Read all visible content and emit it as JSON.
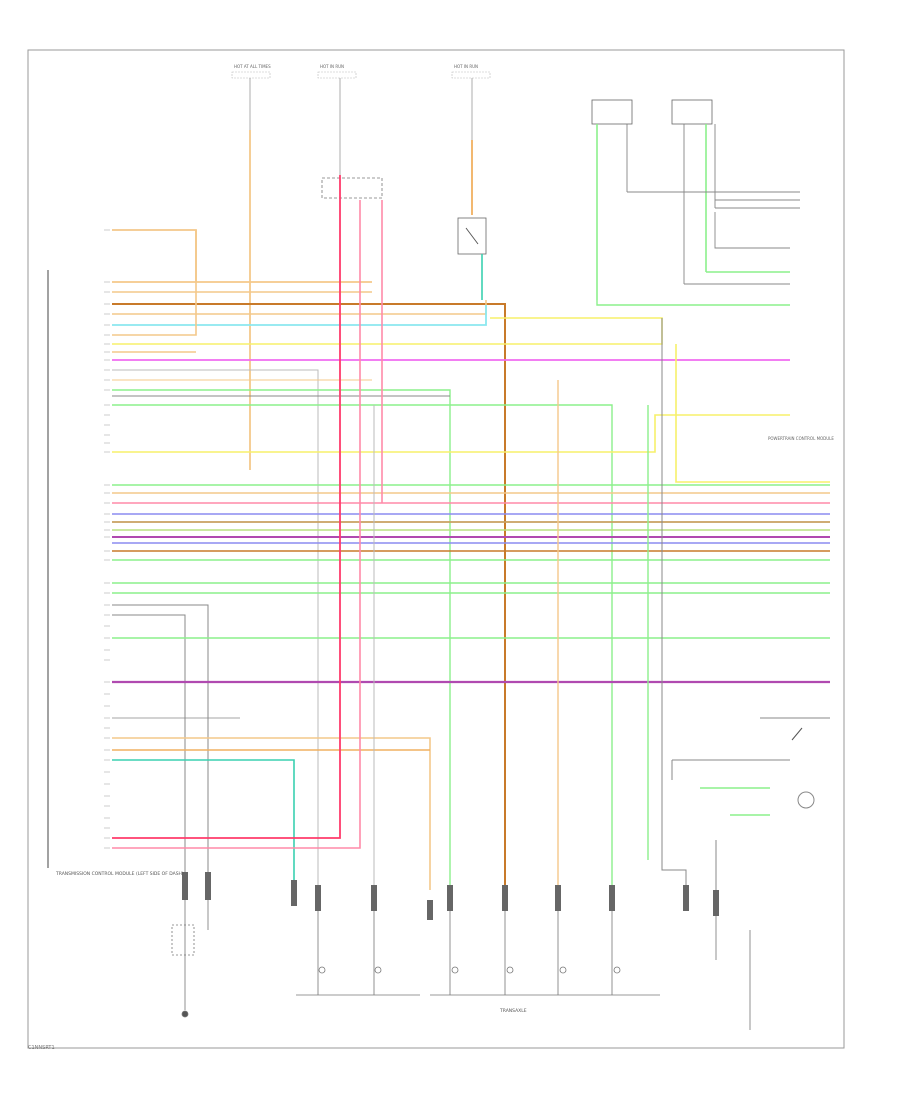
{
  "footer_code": "C1NNSRT1",
  "left_module_label": "TRANSMISSION CONTROL MODULE (LEFT SIDE OF DASH)",
  "bottom_component_label": "TRANSAXLE",
  "right_upper_label": "POWERTRAIN CONTROL MODULE",
  "fuse_labels": [
    "HOT AT ALL TIMES",
    "HOT IN RUN",
    "HOT IN RUN"
  ],
  "wire_colors": {
    "tan": "#f4c88a",
    "brown": "#c87a2a",
    "cyan": "#8be8ef",
    "yellow": "#f7f06a",
    "magenta": "#f06cf0",
    "pink": "#ff8aa8",
    "red": "#ff3b6b",
    "green": "#8cf08c",
    "purple": "#b04ab0",
    "blue": "#8c8cf0",
    "gray": "#888888",
    "orange": "#f0b060",
    "teal": "#3ad0b0"
  }
}
